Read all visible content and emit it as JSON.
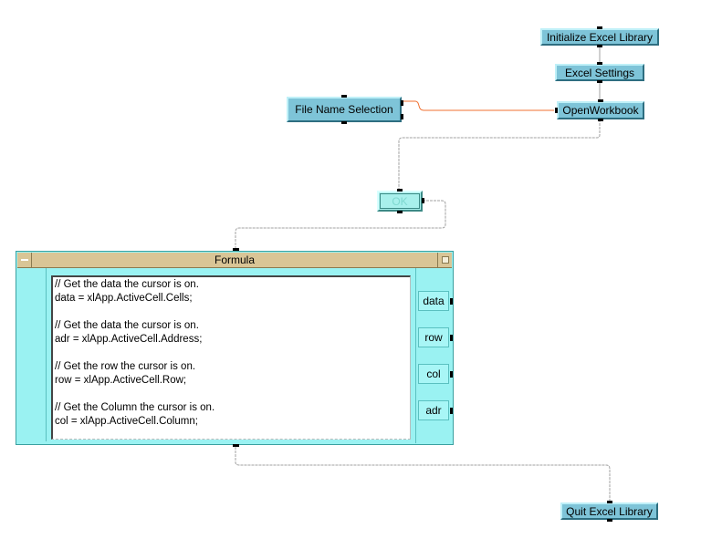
{
  "nodes": {
    "init_excel": "Initialize Excel Library",
    "excel_settings": "Excel Settings",
    "open_workbook": "OpenWorkbook",
    "file_name_selection": "File Name Selection",
    "ok": "OK",
    "quit_excel": "Quit Excel Library"
  },
  "formula": {
    "title": "Formula",
    "code": "// Get the data the cursor is on.\ndata = xlApp.ActiveCell.Cells;\n\n// Get the data the cursor is on.\nadr = xlApp.ActiveCell.Address;\n\n// Get the row the cursor is on.\nrow = xlApp.ActiveCell.Row;\n\n// Get the Column the cursor is on.\ncol = xlApp.ActiveCell.Column;",
    "outputs": [
      "data",
      "row",
      "col",
      "adr"
    ]
  },
  "colors": {
    "node_fill": "#7ec4d8",
    "data_wire": "#f07030",
    "seq_wire": "#a0a0a0",
    "formula_title": "#d9c596",
    "formula_body": "#9af2f2"
  }
}
